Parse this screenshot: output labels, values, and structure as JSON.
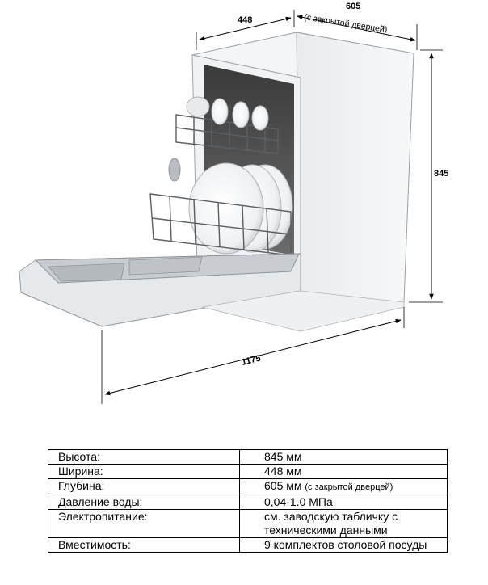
{
  "dimensions": {
    "width": "448",
    "depth": "605",
    "depth_note": "(с закрытой дверцей)",
    "height": "845",
    "open_depth": "1175"
  },
  "specs": [
    {
      "label": "Высота:",
      "value": "845 мм",
      "note": ""
    },
    {
      "label": "Ширина:",
      "value": "448 мм",
      "note": ""
    },
    {
      "label": "Глубина:",
      "value": "605 мм",
      "note": "(с закрытой дверцей)"
    },
    {
      "label": "Давление воды:",
      "value": "0,04-1.0 МПа",
      "note": ""
    },
    {
      "label": "Электропитание:",
      "value": "см. заводскую табличку с техническими данными",
      "note": ""
    },
    {
      "label": "Вместимость:",
      "value": "9 комплектов столовой посуды",
      "note": ""
    }
  ]
}
